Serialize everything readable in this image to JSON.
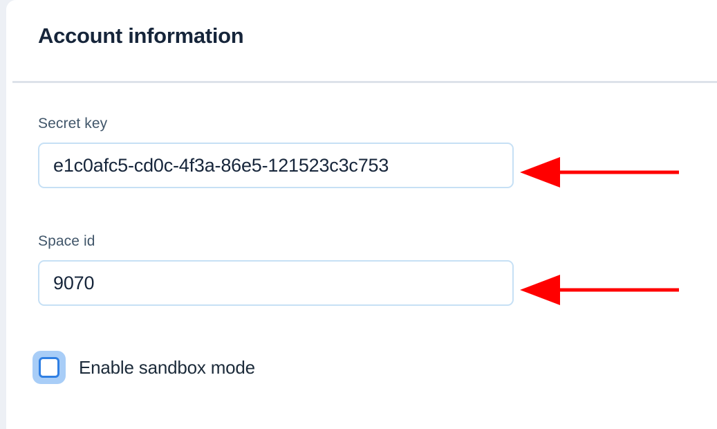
{
  "page": {
    "background_color": "#edf0f5",
    "card_background": "#ffffff"
  },
  "header": {
    "title": "Account information",
    "title_color": "#16253a",
    "divider_color": "#dde2ea"
  },
  "form": {
    "fields": [
      {
        "label": "Secret key",
        "value": "e1c0afc5-cd0c-4f3a-86e5-121523c3c753",
        "placeholder": "Secret key",
        "border_color": "#c6e0f5"
      },
      {
        "label": "Space id",
        "value": "9070",
        "placeholder": "Space id",
        "border_color": "#c6e0f5"
      }
    ],
    "checkbox": {
      "label": "Enable sandbox mode",
      "checked": false,
      "focus_ring_color": "#a8cdf7",
      "border_color": "#2f7fe3"
    }
  },
  "annotations": {
    "color": "#ff0000",
    "arrows": [
      {
        "name": "arrow-pointing-to-secret-key",
        "direction": "left"
      },
      {
        "name": "arrow-pointing-to-space-id",
        "direction": "left"
      }
    ]
  }
}
